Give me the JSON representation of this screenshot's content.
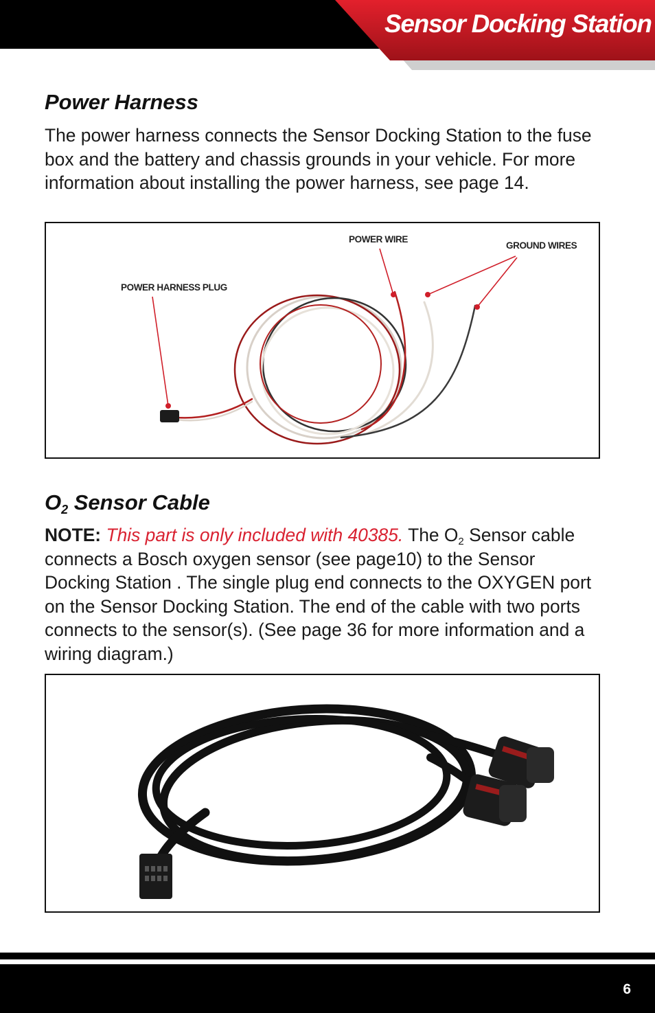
{
  "header": {
    "title": "Sensor Docking Station",
    "accent_color": "#d01f2a"
  },
  "power_harness": {
    "heading": "Power Harness",
    "body": "The power harness connects the Sensor Docking Station to the fuse box and the battery and chassis grounds in your vehicle. For more information about installing the power harness, see page 14.",
    "figure": {
      "callouts": {
        "plug": "POWER HARNESS PLUG",
        "power_wire": "POWER WIRE",
        "ground_wires": "GROUND WIRES"
      }
    }
  },
  "o2_cable": {
    "heading_prefix": "O",
    "heading_sub": "2",
    "heading_suffix": " Sensor Cable",
    "note_label": "NOTE:",
    "note_text": "This part is only included with 40385.",
    "body_1": " The O",
    "body_sub": "2",
    "body_2": " Sensor cable connects a Bosch oxygen sensor (see page10) to the Sensor Docking Station . The single plug end connects to the OXYGEN port on the Sensor Docking Station. The end of the cable with two ports connects to the sensor(s). (See page 36 for more information and a wiring diagram.)"
  },
  "footer": {
    "page_number": "6"
  }
}
